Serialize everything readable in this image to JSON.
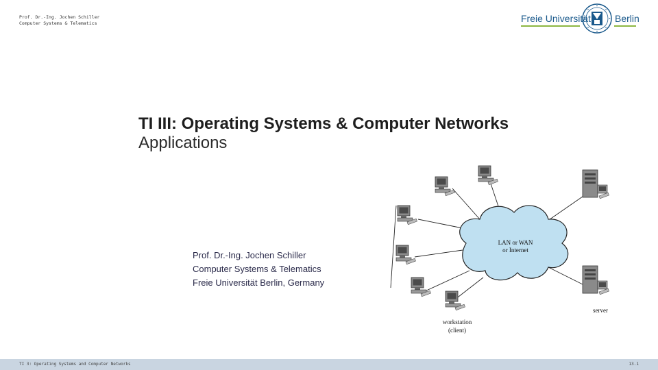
{
  "header": {
    "author_line": "Prof. Dr.-Ing. Jochen Schiller",
    "group_line": "Computer Systems & Telematics"
  },
  "logo": {
    "word_left": "Freie Universität",
    "word_right": "Berlin",
    "colors": {
      "blue": "#1b5a8c",
      "green": "#8cb640"
    }
  },
  "title": {
    "main": "TI III: Operating Systems & Computer Networks",
    "sub": "Applications"
  },
  "author_block": {
    "name": "Prof. Dr.-Ing. Jochen Schiller",
    "group": "Computer Systems & Telematics",
    "institution": "Freie Universität Berlin, Germany"
  },
  "diagram": {
    "cloud_label_1": "LAN or WAN",
    "cloud_label_2": "or Internet",
    "workstation_label": "workstation",
    "client_label": "(client)",
    "server_label": "server"
  },
  "footer": {
    "left": "TI 3: Operating Systems and Computer Networks",
    "right": "13.1",
    "bar_color": "#c9d5e1"
  }
}
